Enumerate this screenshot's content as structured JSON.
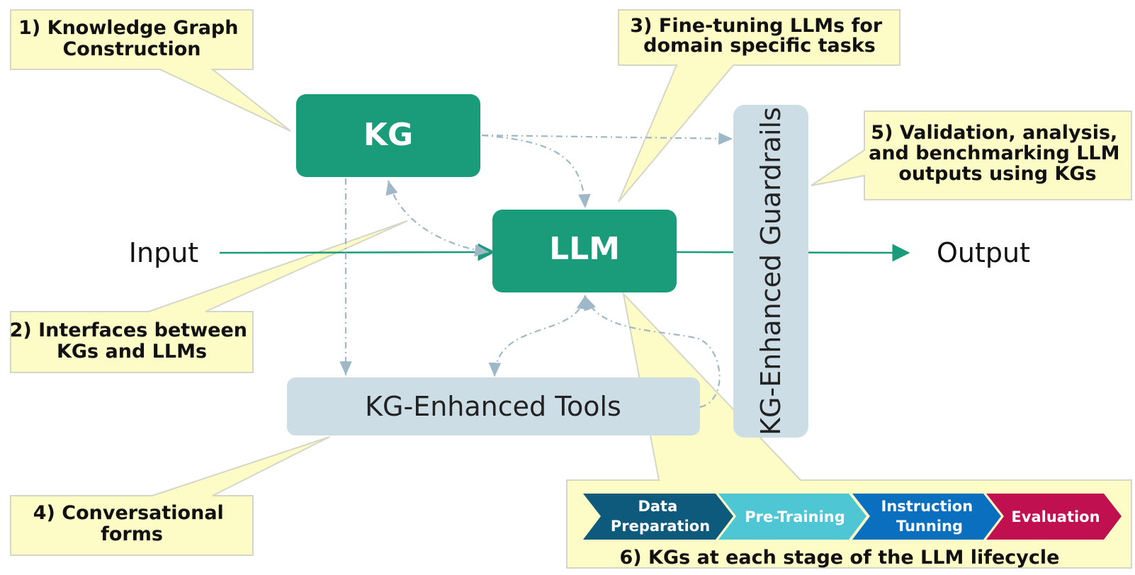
{
  "blocks": {
    "kg": "KG",
    "llm": "LLM",
    "tools": "KG-Enhanced Tools",
    "guardrails": "KG-Enhanced Guardrails"
  },
  "io": {
    "input": "Input",
    "output": "Output"
  },
  "callouts": {
    "c1": [
      "1) Knowledge Graph",
      "Construction"
    ],
    "c2": [
      "2) Interfaces between",
      "KGs and LLMs"
    ],
    "c3": [
      "3) Fine-tuning LLMs for",
      "domain specific tasks"
    ],
    "c4": [
      "4) Conversational",
      "forms"
    ],
    "c5": [
      "5) Validation, analysis,",
      "and benchmarking LLM",
      "outputs using KGs"
    ],
    "c6": "6) KGs at each stage of the LLM lifecycle"
  },
  "lifecycle": [
    {
      "lines": [
        "Data",
        "Preparation"
      ],
      "color": "#0e5a7c"
    },
    {
      "lines": [
        "Pre-Training"
      ],
      "color": "#4fc6d4"
    },
    {
      "lines": [
        "Instruction",
        "Tunning"
      ],
      "color": "#0b6fc0"
    },
    {
      "lines": [
        "Evaluation"
      ],
      "color": "#c0104f"
    }
  ],
  "colors": {
    "block_green": "#1a9c7a",
    "light_block": "#cddde6",
    "callout_fill": "#fdfbc6",
    "callout_stroke": "#d6d6c8",
    "arrow_green": "#1a9c7a",
    "dashed_arrow": "#9fb8c8"
  }
}
